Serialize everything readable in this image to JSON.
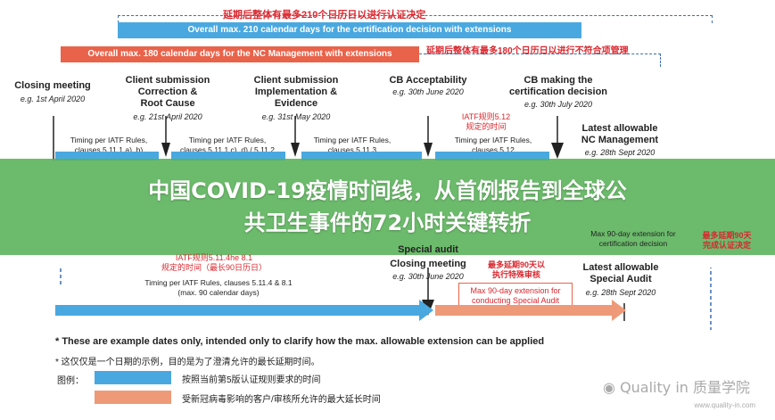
{
  "top": {
    "ext_top_label": "延期后整体有最多210个日历日以进行认证决定",
    "blue_bar": "Overall max. 210 calendar days for the certification decision with extensions",
    "orange_bar": "Overall max. 180 calendar days for the NC Management with extensions",
    "ext_mid_label": "延期后整体有最多180个日历日以进行不符合项管理"
  },
  "milestones": [
    {
      "title": "Closing meeting",
      "date": "e.g. 1st April 2020"
    },
    {
      "title": "Client submission\nCorrection &\nRoot Cause",
      "date": "e.g. 21st April 2020"
    },
    {
      "title": "Client submission\nImplementation &\nEvidence",
      "date": "e.g. 31st May 2020"
    },
    {
      "title": "CB Acceptability",
      "date": "e.g. 30th June 2020"
    },
    {
      "title": "CB making the\ncertification decision",
      "date": "e.g. 30th July 2020"
    },
    {
      "title": "Latest allowable\nNC Management",
      "date": "e.g. 28th Sept 2020"
    }
  ],
  "timings": [
    "Timing per IATF Rules,\nclauses 5.11.1 a), b)",
    "Timing per IATF Rules,\nclauses 5.11.1 c), d) / 5.11.2",
    "Timing per IATF Rules,\nclauses 5.11.3",
    "Timing per IATF Rules,\nclauses 5.12"
  ],
  "iatf_512_red": "IATF规则5.12\n规定的时间",
  "banner": {
    "line1": "中国COVID-19疫情时间线，从首例报告到全球公",
    "line2": "共卫生事件的72小时关键转折"
  },
  "lower": {
    "special_audit_partial": "Special audit",
    "iatf_5114_red": "IATF规则5.11.4he 8.1\n规定的时间（最长90日历日）",
    "timing_5114": "Timing per IATF Rules, clauses 5.11.4 & 8.1\n(max. 90 calendar days)",
    "closing_meeting": "Closing meeting",
    "closing_date": "e.g. 30th June 2020",
    "ext90_red": "最多延期90天以\n执行特殊审核",
    "max90_box": "Max 90-day extension for\nconducting Special Audit",
    "latest_special": "Latest allowable\nSpecial Audit",
    "latest_special_date": "e.g. 28th Sept 2020",
    "right_ext": "Max 90-day extension for\ncertification decision",
    "right_red": "最多延期90天\n完成认证决定"
  },
  "footnote": {
    "en": "* These are example dates only, intended only to clarify how the max. allowable extension can be applied",
    "cn": "* 这仅仅是一个日期的示例，目的是为了澄清允许的最长延期时间。"
  },
  "legend": {
    "title": "图例：",
    "items": [
      {
        "label": "按照当前第5版认证规则要求的时间",
        "color": "#4aa8e0"
      },
      {
        "label": "受新冠病毒影响的客户/审核所允许的最大延长时间",
        "color": "#ee9a78"
      }
    ]
  },
  "watermark": {
    "text": "Quality in 质量学院",
    "url": "www.quality-in.com"
  }
}
